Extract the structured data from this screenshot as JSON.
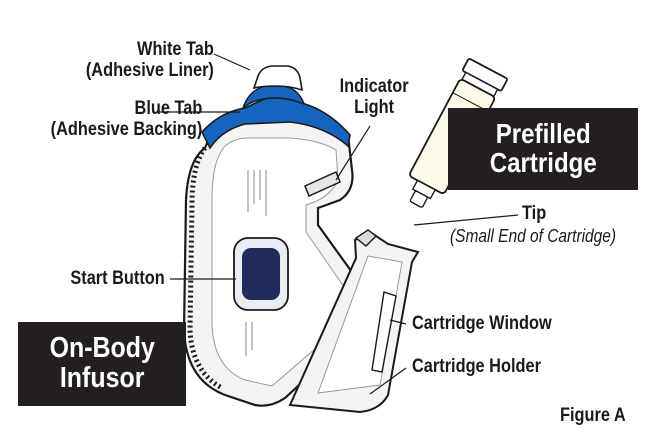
{
  "figure_label": "Figure A",
  "callouts": {
    "prefilled_cartridge": [
      "Prefilled",
      "Cartridge"
    ],
    "on_body_infusor": [
      "On-Body",
      "Infusor"
    ]
  },
  "labels": {
    "white_tab": {
      "title": "White Tab",
      "note": "(Adhesive Liner)"
    },
    "blue_tab": {
      "title": "Blue Tab",
      "note": "(Adhesive Backing)"
    },
    "indicator_light": [
      "Indicator",
      "Light"
    ],
    "tip": {
      "title": "Tip",
      "note": "(Small End of Cartridge)"
    },
    "start_button": "Start Button",
    "cartridge_window": "Cartridge Window",
    "cartridge_holder": "Cartridge Holder"
  },
  "colors": {
    "blue_tab": "#1565c0",
    "start_button": "#1f2b5a",
    "callout_bg": "#231f20",
    "outline": "#1a1a1a"
  }
}
